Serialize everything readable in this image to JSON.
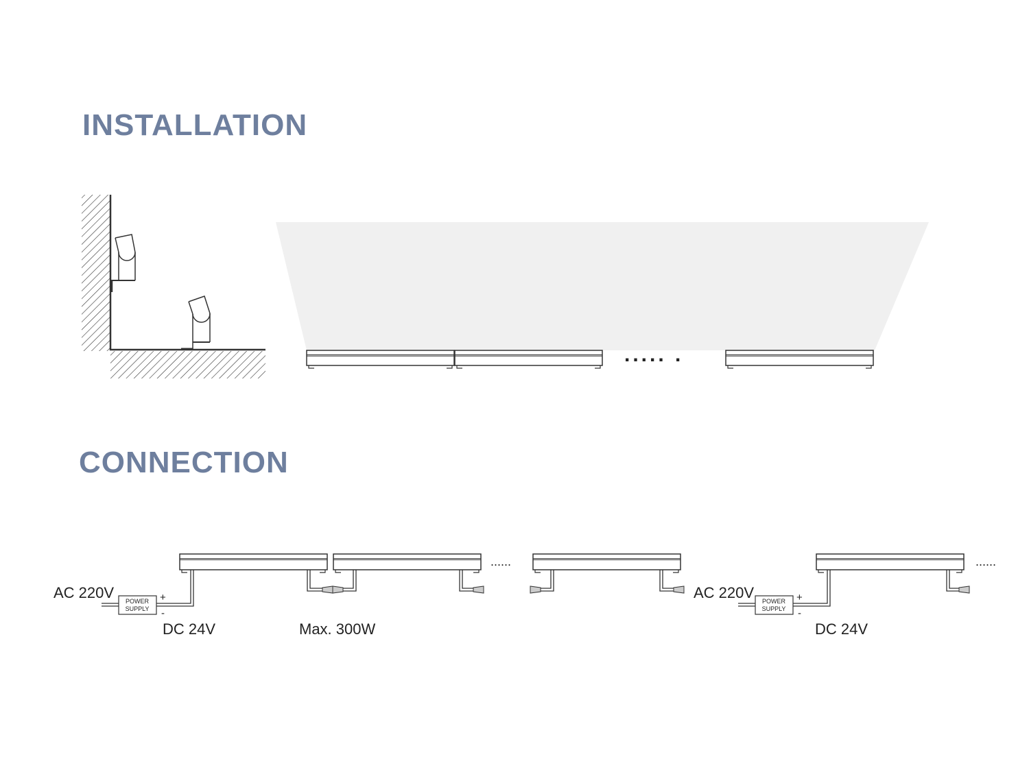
{
  "sections": {
    "installation": {
      "title": "INSTALLATION",
      "continuation_dots": "..... ."
    },
    "connection": {
      "title": "CONNECTION",
      "groups": [
        {
          "ac_label": "AC 220V",
          "power_supply_line1": "POWER",
          "power_supply_line2": "SUPPLY",
          "plus": "+",
          "minus": "-",
          "dc_label": "DC 24V",
          "continuation": "......"
        },
        {
          "ac_label": "AC 220V",
          "power_supply_line1": "POWER",
          "power_supply_line2": "SUPPLY",
          "plus": "+",
          "minus": "-",
          "dc_label": "DC 24V",
          "continuation": "......"
        }
      ],
      "max_label": "Max. 300W"
    }
  },
  "colors": {
    "heading": "#6e7f9e",
    "line": "#333333",
    "beam": "#f0f0f0"
  }
}
